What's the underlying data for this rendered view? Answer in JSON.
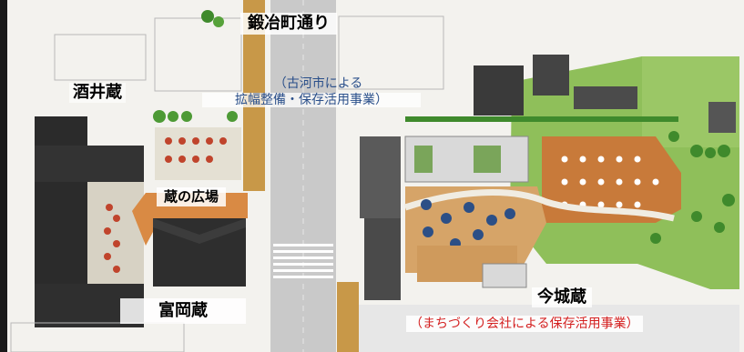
{
  "labels": {
    "street": "鍛冶町通り",
    "street_note_line1": "（古河市による",
    "street_note_line2": "拡幅整備・保存活用事業）",
    "sakai_kura": "酒井蔵",
    "kura_plaza": "蔵の広場",
    "tomioka_kura": "富岡蔵",
    "imashiro_kura": "今城蔵",
    "imashiro_note": "（まちづくり会社による保存活用事業）"
  },
  "colors": {
    "street_note": "#2a4f8a",
    "imashiro_note": "#d42020",
    "roof_dark": "#2b2b2b",
    "lawn": "#8fbf5a",
    "deck": "#c87a3a",
    "road": "#c9c9c9"
  }
}
